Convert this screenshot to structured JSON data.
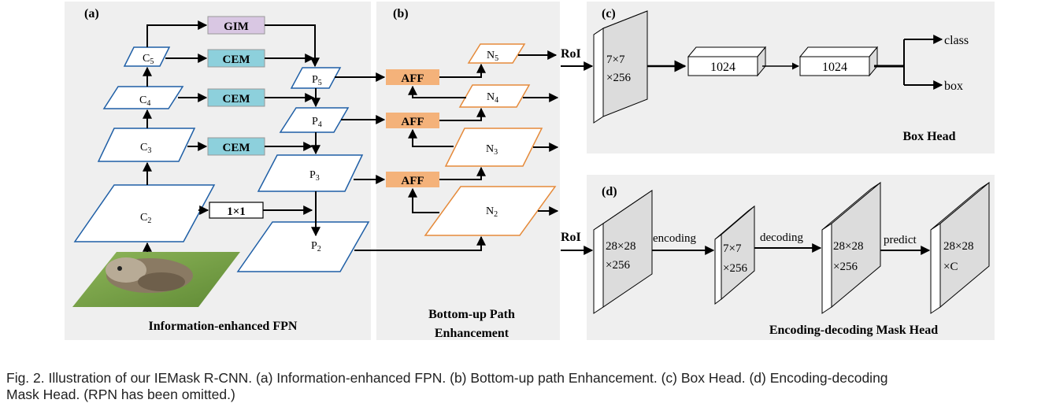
{
  "panels": {
    "a": {
      "label": "(a)",
      "title": "Information-enhanced FPN"
    },
    "b": {
      "label": "(b)",
      "title_line1": "Bottom-up Path",
      "title_line2": "Enhancement"
    },
    "c": {
      "label": "(c)",
      "title": "Box Head"
    },
    "d": {
      "label": "(d)",
      "title": "Encoding-decoding Mask Head"
    }
  },
  "fpn": {
    "gim": "GIM",
    "cem": "CEM",
    "conv1x1": "1×1",
    "c_base": "C",
    "p_base": "P",
    "sub5": "5",
    "sub4": "4",
    "sub3": "3",
    "sub2": "2"
  },
  "bupe": {
    "aff": "AFF",
    "n_base": "N",
    "sub5": "5",
    "sub4": "4",
    "sub3": "3",
    "sub2": "2"
  },
  "box_head": {
    "roi": "RoI",
    "feat_line1": "7×7",
    "feat_line2": "×256",
    "fc1": "1024",
    "fc2": "1024",
    "out_class": "class",
    "out_box": "box"
  },
  "mask_head": {
    "roi": "RoI",
    "f1_line1": "28×28",
    "f1_line2": "×256",
    "f2_line1": "7×7",
    "f2_line2": "×256",
    "f3_line1": "28×28",
    "f3_line2": "×256",
    "f4_line1": "28×28",
    "f4_line2": "×C",
    "op_encoding": "encoding",
    "op_decoding": "decoding",
    "op_predict": "predict"
  },
  "caption": {
    "line1": "Fig. 2. Illustration of our IEMask R-CNN. (a) Information-enhanced FPN. (b) Bottom-up path Enhancement. (c) Box Head. (d) Encoding-decoding",
    "line2": "Mask Head. (RPN has been omitted.)"
  },
  "colors": {
    "panel_bg": "#efefef",
    "fpn_blue": "#1f5fa6",
    "bupe_orange": "#e58a3a",
    "aff_fill": "#f4b27a",
    "cem_fill": "#8dd0dc",
    "gim_fill": "#d9c7e3",
    "feature_gray": "#dcdcdc"
  }
}
